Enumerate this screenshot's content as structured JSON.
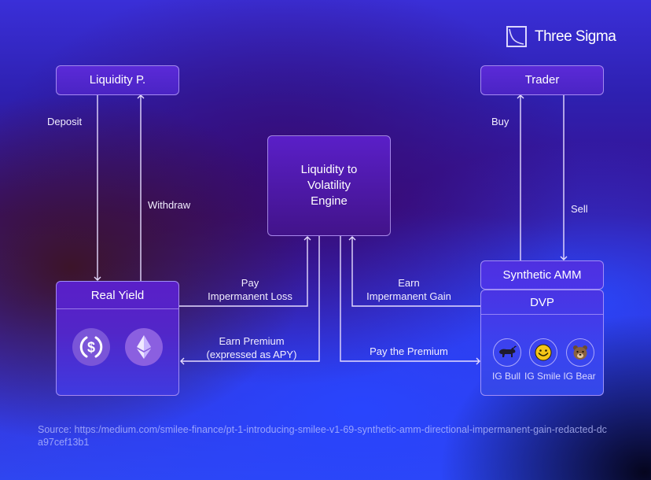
{
  "brand": {
    "name": "Three Sigma",
    "icon": "three-sigma-logo-icon"
  },
  "nodes": {
    "liquidity_provider": "Liquidity P.",
    "trader": "Trader",
    "engine_line1": "Liquidity to",
    "engine_line2": "Volatility",
    "engine_line3": "Engine",
    "real_yield": "Real Yield",
    "synthetic_amm": "Synthetic AMM",
    "dvp": "DVP"
  },
  "real_yield_assets": [
    {
      "name": "USDC",
      "icon": "usdc-icon",
      "color": "#7a55d8"
    },
    {
      "name": "ETH",
      "icon": "ethereum-icon",
      "color": "#8b5fe0"
    }
  ],
  "dvp_items": [
    {
      "label": "IG Bull",
      "icon": "bull-icon"
    },
    {
      "label": "IG Smile",
      "icon": "smile-icon"
    },
    {
      "label": "IG Bear",
      "icon": "bear-icon"
    }
  ],
  "edges": {
    "deposit": "Deposit",
    "withdraw": "Withdraw",
    "buy": "Buy",
    "sell": "Sell",
    "pay_il_line1": "Pay",
    "pay_il_line2": "Impermanent Loss",
    "earn_ig_line1": "Earn",
    "earn_ig_line2": "Impermanent Gain",
    "earn_premium_line1": "Earn Premium",
    "earn_premium_line2": "(expressed as APY)",
    "pay_premium": "Pay the Premium"
  },
  "source": "Source: https:/medium.com/smilee-finance/pt-1-introducing-smilee-v1-69-synthetic-amm-directional-impermanent-gain-redacted-dca97cef13b1",
  "colors": {
    "line": "#e6dcff",
    "box_border": "#c8b4ff",
    "smile_yellow": "#f5c518"
  }
}
